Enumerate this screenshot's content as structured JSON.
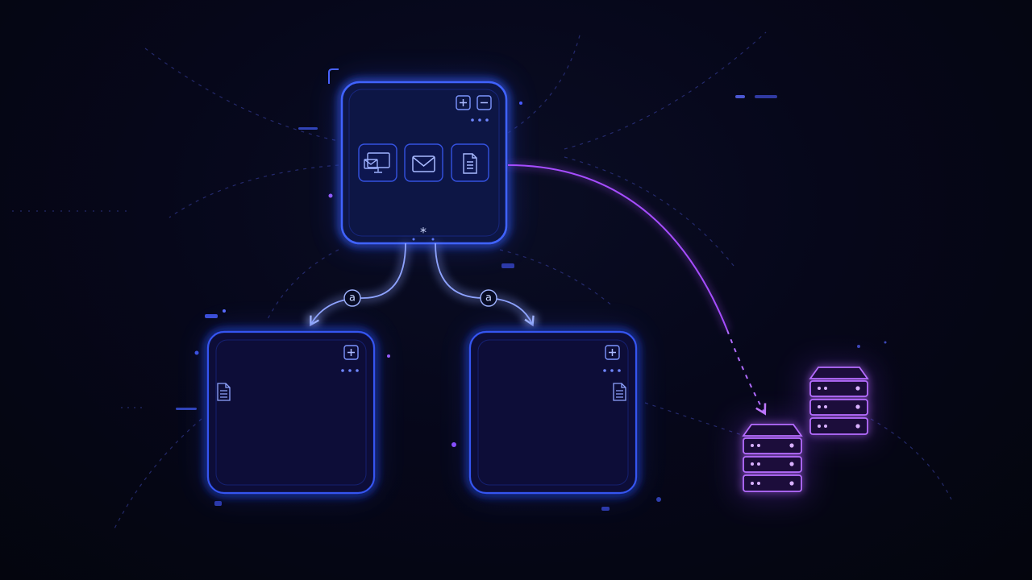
{
  "diagram": {
    "root_marker": "*",
    "branches": [
      {
        "label": "a"
      },
      {
        "label": "a"
      }
    ],
    "nodes": [
      {
        "id": "root",
        "icons": [
          "devices-mail-icon",
          "mail-icon",
          "document-icon"
        ],
        "controls": [
          "plus",
          "minus"
        ]
      },
      {
        "id": "child-left",
        "icons": [
          "document-icon"
        ],
        "controls": [
          "plus"
        ]
      },
      {
        "id": "child-right",
        "icons": [
          "document-icon"
        ],
        "controls": [
          "plus"
        ]
      }
    ],
    "targets": [
      "server-stack-1",
      "server-stack-2"
    ]
  },
  "colors": {
    "background": "#05060f",
    "node_stroke": "#3b5bff",
    "node_fill": "#0a1240",
    "accent_purple": "#a34dff",
    "dotted_line": "#3a3f9a"
  }
}
